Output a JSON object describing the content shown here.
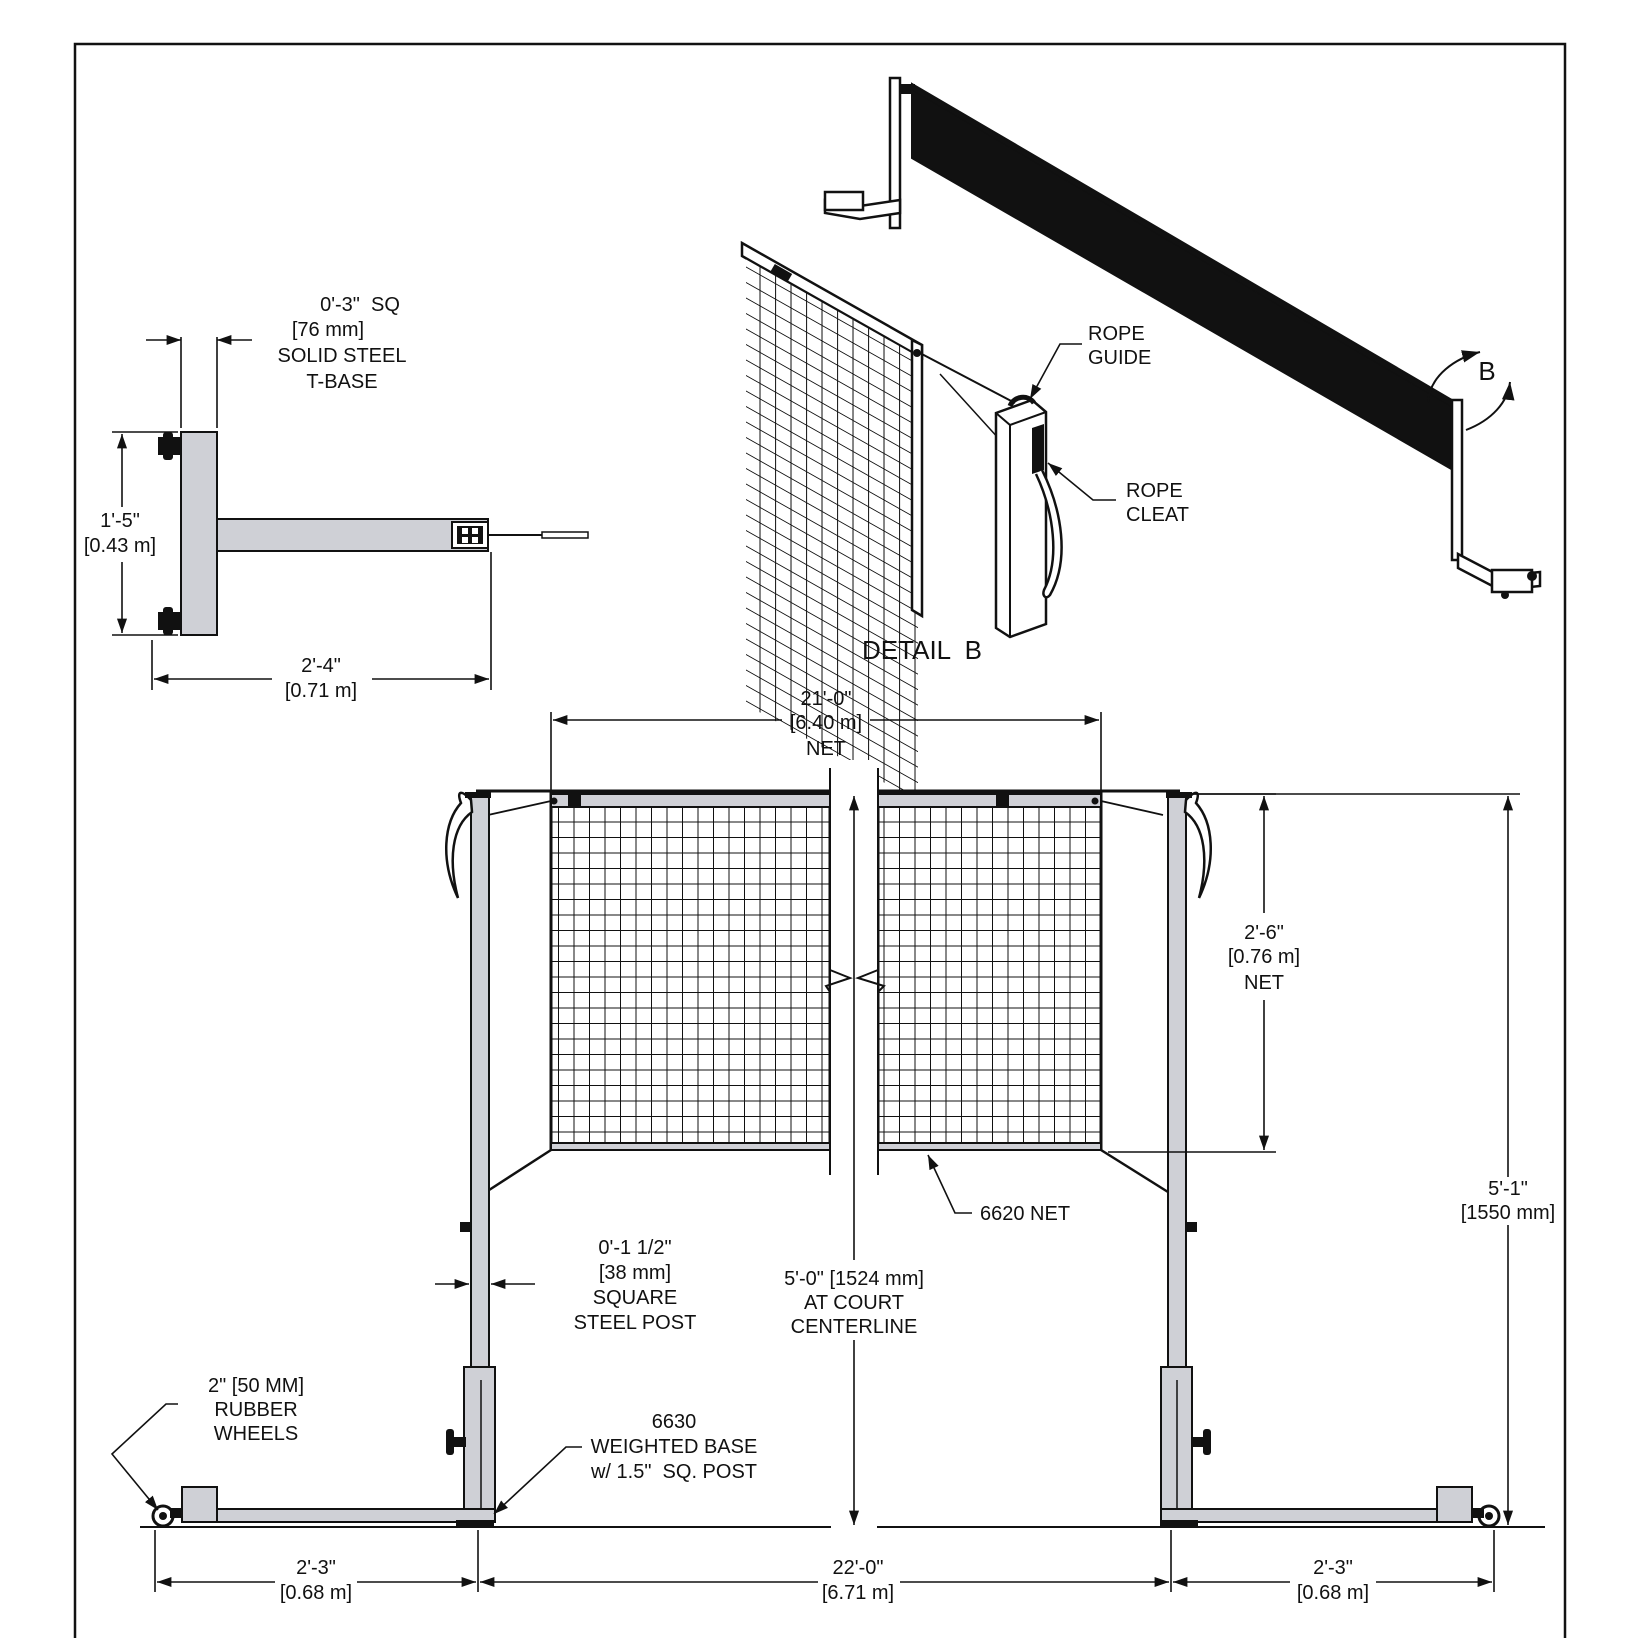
{
  "drawing": {
    "tbase": {
      "width_dim": "0'-3\"  SQ",
      "width_dim_metric": "[76 mm]",
      "material_1": "SOLID STEEL",
      "material_2": "T-BASE",
      "depth_dim": "1'-5\"",
      "depth_dim_metric": "[0.43 m]",
      "length_dim": "2'-4\"",
      "length_dim_metric": "[0.71 m]"
    },
    "iso": {
      "rope_guide_1": "ROPE",
      "rope_guide_2": "GUIDE",
      "rope_cleat_1": "ROPE",
      "rope_cleat_2": "CLEAT",
      "detail_marker": "B",
      "detail_title": "DETAIL  B"
    },
    "elevation": {
      "net_width": "21'-0\"",
      "net_width_metric": "[6.40 m]",
      "net_width_note": "NET",
      "net_height": "2'-6\"",
      "net_height_metric": "[0.76 m]",
      "net_height_note": "NET",
      "overall_height": "5'-1\"",
      "overall_height_metric": "[1550 mm]",
      "net_callout": "6620 NET",
      "post_size": "0'-1 1/2\"",
      "post_size_metric": "[38 mm]",
      "post_note_1": "SQUARE",
      "post_note_2": "STEEL POST",
      "center_height": "5'-0\" [1524 mm]",
      "center_note_1": "AT COURT",
      "center_note_2": "CENTERLINE",
      "wheels_1": "2\" [50 MM]",
      "wheels_2": "RUBBER",
      "wheels_3": "WHEELS",
      "base_1": "6630",
      "base_2": "WEIGHTED BASE",
      "base_3": "w/ 1.5\"  SQ. POST",
      "left_base_dim": "2'-3\"",
      "left_base_dim_metric": "[0.68 m]",
      "court_dim": "22'-0\"",
      "court_dim_metric": "[6.71 m]",
      "right_base_dim": "2'-3\"",
      "right_base_dim_metric": "[0.68 m]"
    }
  }
}
